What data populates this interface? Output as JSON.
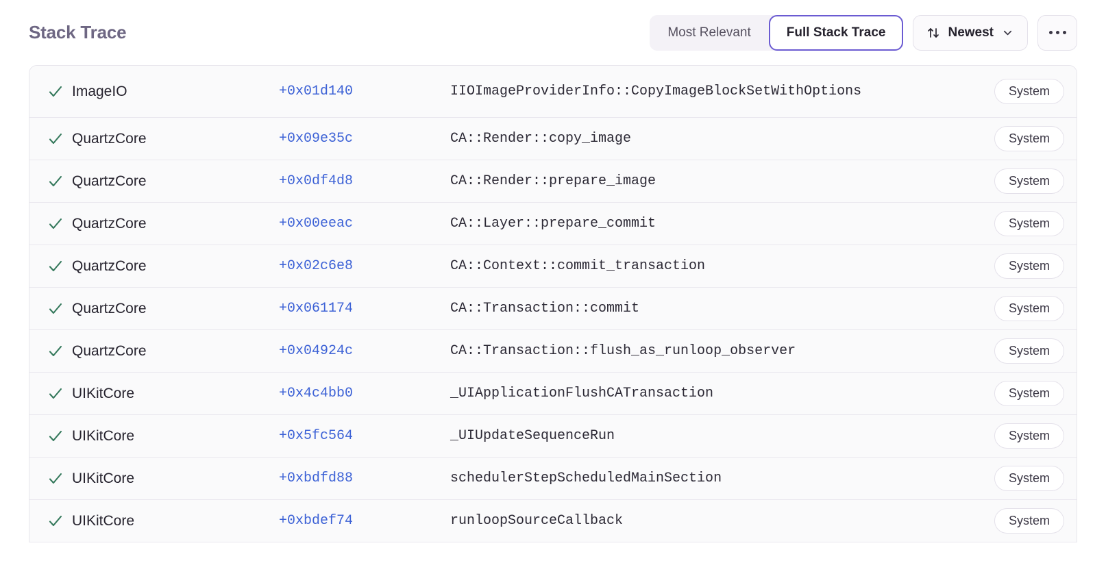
{
  "header": {
    "title": "Stack Trace",
    "segmented": {
      "options": [
        {
          "label": "Most Relevant",
          "active": false
        },
        {
          "label": "Full Stack Trace",
          "active": true
        }
      ]
    },
    "sort": {
      "label": "Newest",
      "icon": "sort-arrows-icon",
      "chevron": "chevron-down-icon"
    },
    "more": {
      "icon": "ellipsis-icon",
      "label": "..."
    }
  },
  "colors": {
    "accent": "#6b5bd2",
    "title": "#6e6783",
    "offset_link": "#3d62d6",
    "check_green": "#35795c",
    "row_bg": "#fafafb",
    "row_border": "#e9e7ee",
    "control_bg": "#f4f2f7"
  },
  "trace": {
    "status_icon": "check-icon",
    "frames": [
      {
        "package": "ImageIO",
        "offset": "+0x01d140",
        "function": "IIOImageProviderInfo::CopyImageBlockSetWithOptions",
        "tag": "System",
        "status": "checked"
      },
      {
        "package": "QuartzCore",
        "offset": "+0x09e35c",
        "function": "CA::Render::copy_image",
        "tag": "System",
        "status": "checked"
      },
      {
        "package": "QuartzCore",
        "offset": "+0x0df4d8",
        "function": "CA::Render::prepare_image",
        "tag": "System",
        "status": "checked"
      },
      {
        "package": "QuartzCore",
        "offset": "+0x00eeac",
        "function": "CA::Layer::prepare_commit",
        "tag": "System",
        "status": "checked"
      },
      {
        "package": "QuartzCore",
        "offset": "+0x02c6e8",
        "function": "CA::Context::commit_transaction",
        "tag": "System",
        "status": "checked"
      },
      {
        "package": "QuartzCore",
        "offset": "+0x061174",
        "function": "CA::Transaction::commit",
        "tag": "System",
        "status": "checked"
      },
      {
        "package": "QuartzCore",
        "offset": "+0x04924c",
        "function": "CA::Transaction::flush_as_runloop_observer",
        "tag": "System",
        "status": "checked"
      },
      {
        "package": "UIKitCore",
        "offset": "+0x4c4bb0",
        "function": "_UIApplicationFlushCATransaction",
        "tag": "System",
        "status": "checked"
      },
      {
        "package": "UIKitCore",
        "offset": "+0x5fc564",
        "function": "_UIUpdateSequenceRun",
        "tag": "System",
        "status": "checked"
      },
      {
        "package": "UIKitCore",
        "offset": "+0xbdfd88",
        "function": "schedulerStepScheduledMainSection",
        "tag": "System",
        "status": "checked"
      },
      {
        "package": "UIKitCore",
        "offset": "+0xbdef74",
        "function": "runloopSourceCallback",
        "tag": "System",
        "status": "checked"
      }
    ]
  }
}
